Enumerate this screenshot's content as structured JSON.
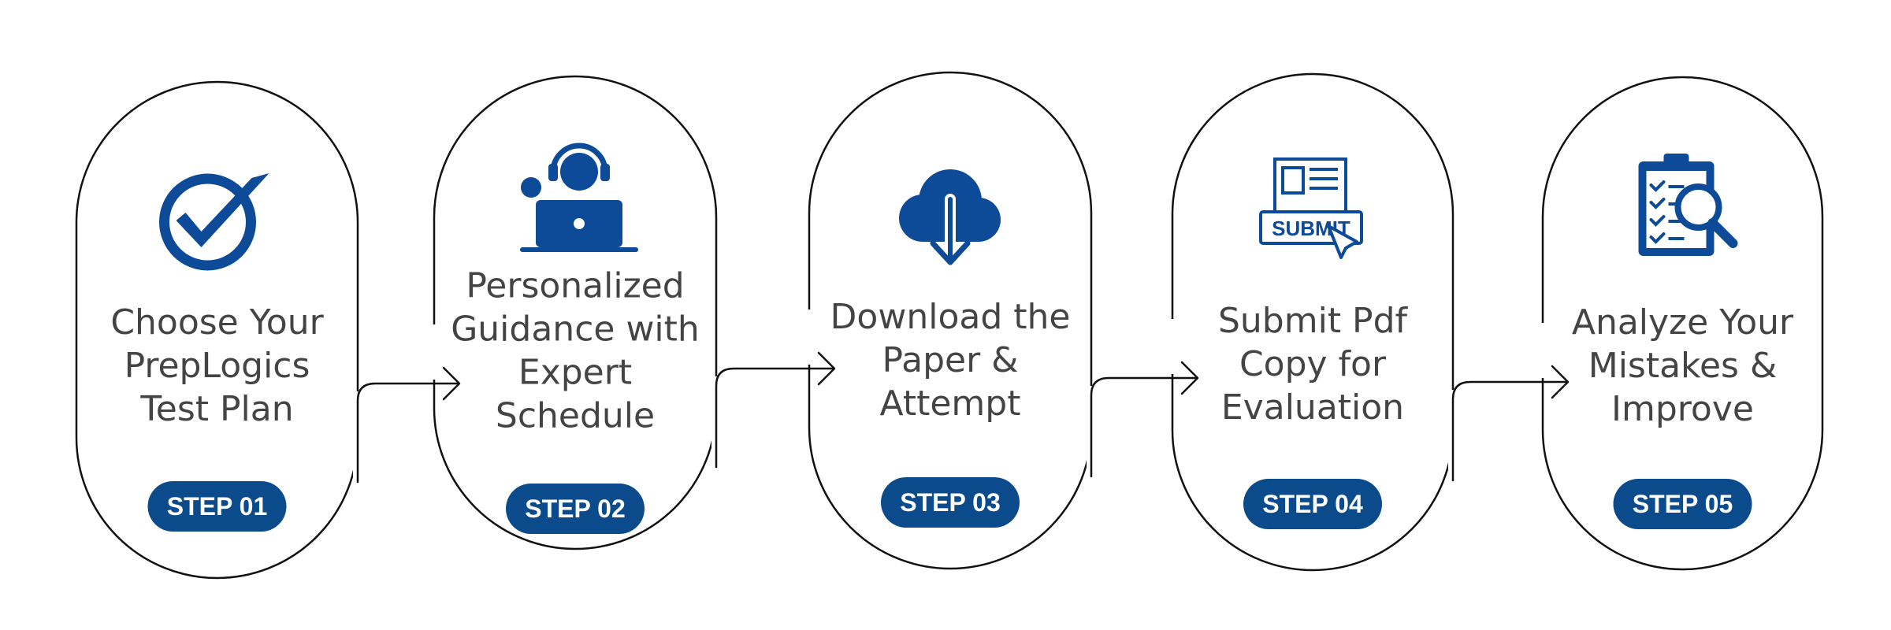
{
  "colors": {
    "brand_blue": "#0d4a98",
    "badge_blue": "#0b4b8c",
    "outline": "#111111",
    "title_text": "#444444"
  },
  "steps": [
    {
      "icon": "checkmark-circle-icon",
      "title_lines": [
        "Choose Your",
        "PrepLogics",
        "Test Plan"
      ],
      "badge": "STEP 01"
    },
    {
      "icon": "support-agent-laptop-icon",
      "title_lines": [
        "Personalized",
        "Guidance with",
        "Expert",
        "Schedule"
      ],
      "badge": "STEP 02"
    },
    {
      "icon": "cloud-download-icon",
      "title_lines": [
        "Download the",
        "Paper &",
        "Attempt"
      ],
      "badge": "STEP 03"
    },
    {
      "icon": "submit-document-icon",
      "icon_text": "SUBMIT",
      "title_lines": [
        "Submit Pdf",
        "Copy for",
        "Evaluation"
      ],
      "badge": "STEP 04"
    },
    {
      "icon": "clipboard-magnifier-icon",
      "title_lines": [
        "Analyze Your",
        "Mistakes &",
        "Improve"
      ],
      "badge": "STEP 05"
    }
  ]
}
